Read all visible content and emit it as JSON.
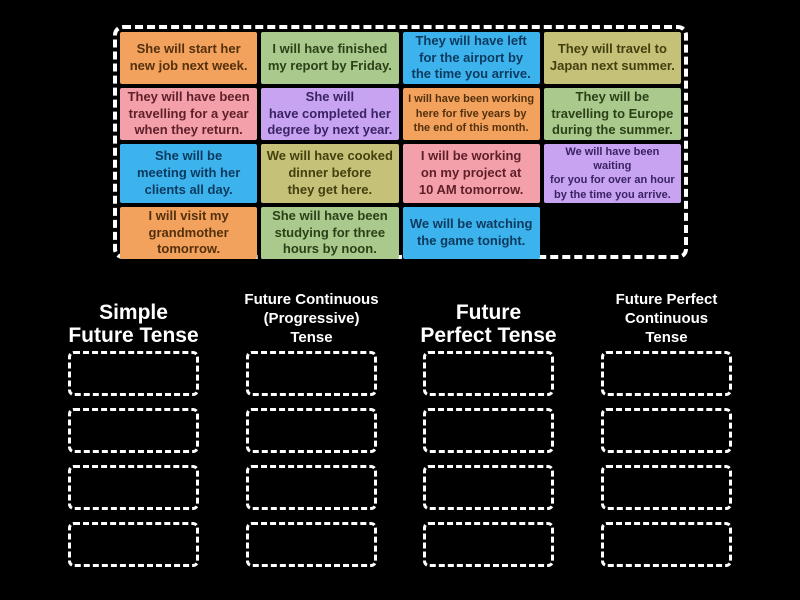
{
  "palette": {
    "orange": {
      "bg": "#f2a25c",
      "text": "#54300d"
    },
    "green": {
      "bg": "#a9ca8c",
      "text": "#2c4018"
    },
    "blue": {
      "bg": "#3db3ee",
      "text": "#0c3a5e"
    },
    "khaki": {
      "bg": "#c6c178",
      "text": "#43400f"
    },
    "pink": {
      "bg": "#f4a0aa",
      "text": "#5e1f29"
    },
    "purple": {
      "bg": "#c7a3f1",
      "text": "#3a2363"
    }
  },
  "board": {
    "cards": [
      {
        "text": "She will start her\nnew job next week.",
        "color": "orange",
        "small": false
      },
      {
        "text": "I will have finished\nmy report by Friday.",
        "color": "green",
        "small": false
      },
      {
        "text": "They will have left\nfor the airport by\nthe time you arrive.",
        "color": "blue",
        "small": false
      },
      {
        "text": "They will travel to\nJapan next summer.",
        "color": "khaki",
        "small": false
      },
      {
        "text": "They will have been\ntravelling for a year\nwhen they return.",
        "color": "pink",
        "small": false
      },
      {
        "text": "She will\nhave completed her\ndegree by next year.",
        "color": "purple",
        "small": false
      },
      {
        "text": "I will have been working\nhere for five years by\nthe end of this month.",
        "color": "orange",
        "small": true
      },
      {
        "text": "They will be\ntravelling to Europe\nduring the summer.",
        "color": "green",
        "small": false
      },
      {
        "text": "She will be\nmeeting with her\nclients all day.",
        "color": "blue",
        "small": false
      },
      {
        "text": "We will have cooked\ndinner before\nthey get here.",
        "color": "khaki",
        "small": false
      },
      {
        "text": "I will be working\non my project at\n10 AM tomorrow.",
        "color": "pink",
        "small": false
      },
      {
        "text": "We will have been waiting\nfor you for over an hour\nby the time you arrive.",
        "color": "purple",
        "small": true
      },
      {
        "text": "I will visit my\ngrandmother\ntomorrow.",
        "color": "orange",
        "small": false
      },
      {
        "text": "She will have been\nstudying for three\nhours by noon.",
        "color": "green",
        "small": false
      },
      {
        "text": "We will be watching\nthe game tonight.",
        "color": "blue",
        "small": false
      }
    ]
  },
  "groups": [
    {
      "title": "Simple\nFuture Tense",
      "slot_count": 4
    },
    {
      "title": "Future Continuous\n(Progressive)\nTense",
      "slot_count": 4
    },
    {
      "title": "Future\nPerfect Tense",
      "slot_count": 4
    },
    {
      "title": "Future Perfect\nContinuous\nTense",
      "slot_count": 4
    }
  ]
}
